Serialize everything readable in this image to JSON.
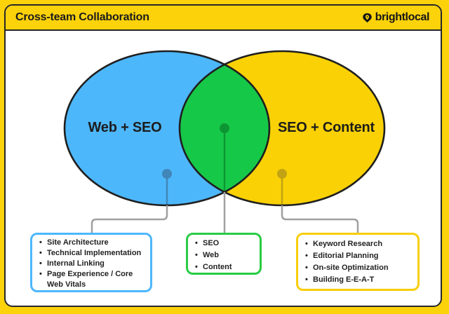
{
  "header": {
    "title": "Cross-team Collaboration",
    "brand": "brightlocal"
  },
  "venn": {
    "left": {
      "label": "Web + SEO",
      "fill": "#4DB7FB",
      "dot": "#4186B8"
    },
    "right": {
      "label": "SEO + Content",
      "fill": "#FAD105",
      "dot": "#C2A315"
    },
    "overlap": {
      "fill": "#16C848",
      "dot": "#0E9533"
    },
    "connector_gray": "#A0A0A0",
    "outline": "#1f1f1f"
  },
  "callouts": {
    "web_seo": {
      "border": "#4DB7FB",
      "items": [
        "Site Architecture",
        "Technical Implementation",
        "Internal Linking",
        "Page Experience / Core Web Vitals"
      ]
    },
    "shared": {
      "border": "#29CC44",
      "items": [
        "SEO",
        "Web",
        "Content"
      ]
    },
    "seo_content": {
      "border": "#F8CE0B",
      "items": [
        "Keyword Research",
        "Editorial Planning",
        "On-site Optimization",
        "Building E-E-A-T"
      ]
    }
  },
  "colors": {
    "page_background": "#FCD20A",
    "card_background": "#ffffff",
    "card_border": "#272727",
    "text": "#1c1c1c"
  }
}
